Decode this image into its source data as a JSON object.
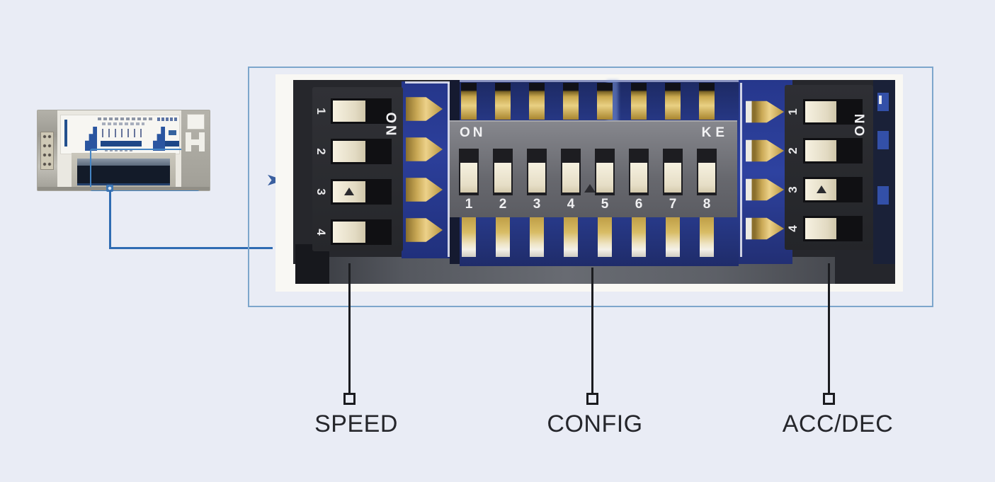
{
  "figure": {
    "callouts": [
      {
        "id": "speed",
        "label": "SPEED"
      },
      {
        "id": "config",
        "label": "CONFIG"
      },
      {
        "id": "accdec",
        "label": "ACC/DEC"
      }
    ]
  },
  "dip_left": {
    "on_label": "ON",
    "positions": [
      "1",
      "2",
      "3",
      "4"
    ]
  },
  "dip_center": {
    "on_label": "ON",
    "corner_label": "KE",
    "positions": [
      "1",
      "2",
      "3",
      "4",
      "5",
      "6",
      "7",
      "8"
    ]
  },
  "dip_right": {
    "on_label": "ON",
    "positions": [
      "1",
      "2",
      "3",
      "4"
    ]
  },
  "colors": {
    "page_background": "#e9ecf5",
    "callout_box_border": "#7da6cc",
    "connector_line": "#2f6cb3",
    "callout_line": "#1b1c20",
    "label_text": "#25262b",
    "pcb_blue": "#2c4098",
    "gold_pin": "#c9a855",
    "slider_cream": "#f0e9d4",
    "switch_black": "#2b2b2f",
    "switch_gray": "#6e6f74"
  }
}
